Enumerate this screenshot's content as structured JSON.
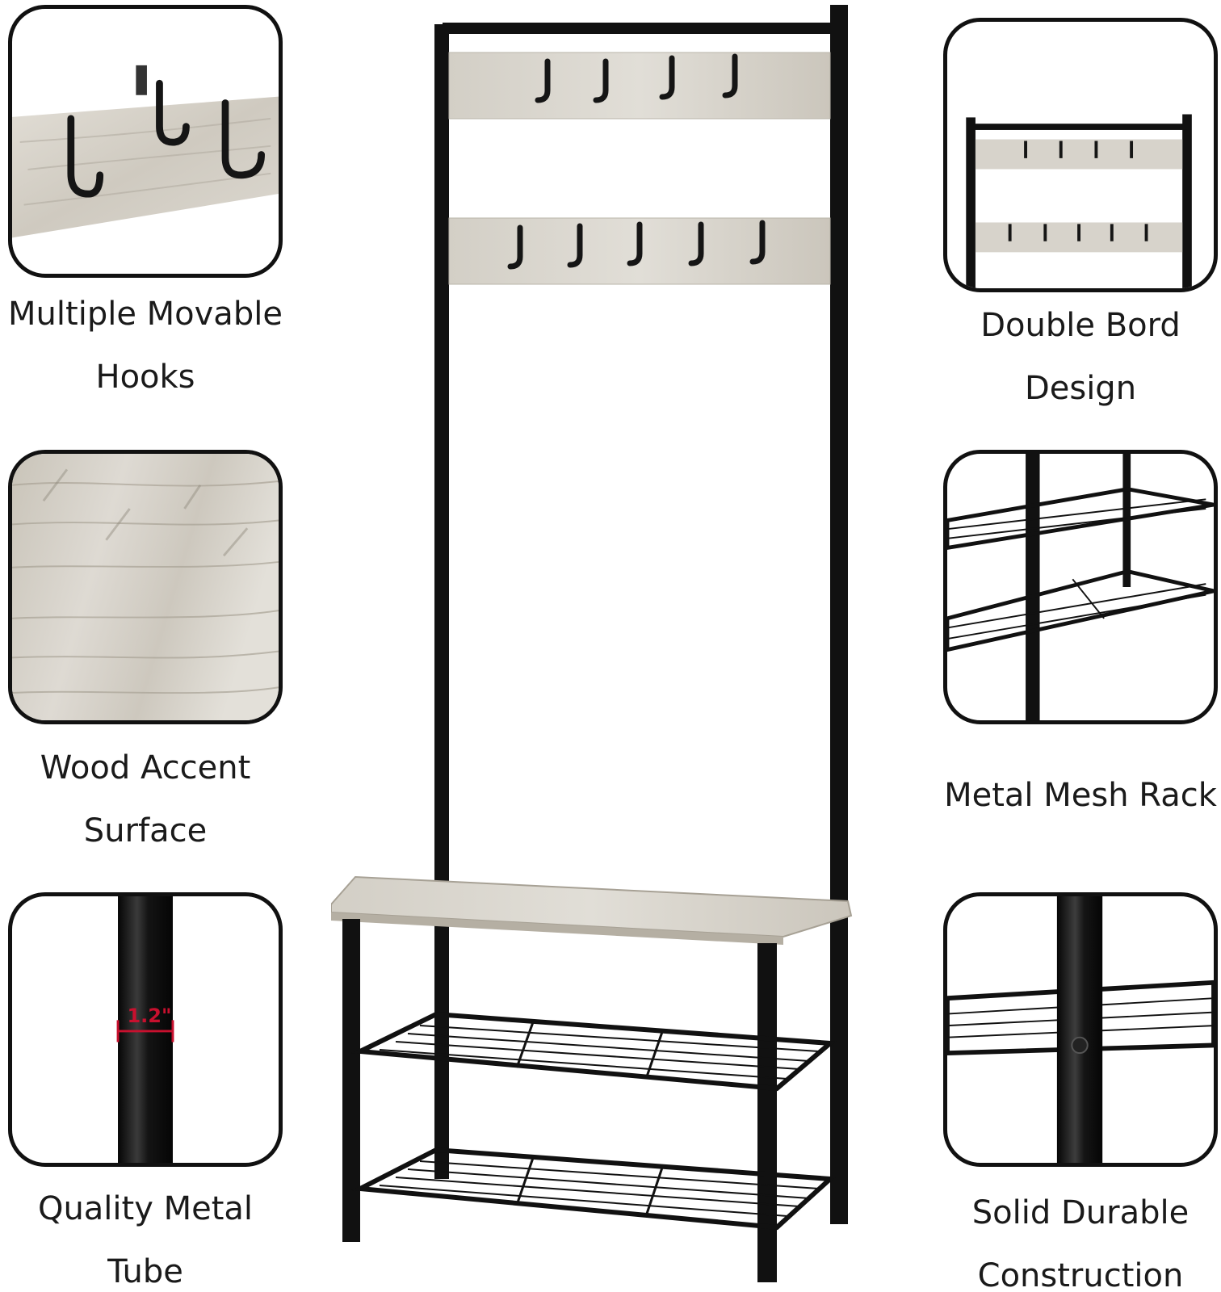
{
  "features": {
    "hooks": {
      "line1": "Multiple Movable",
      "line2": "Hooks"
    },
    "double_board": {
      "line1": "Double Bord",
      "line2": "Design"
    },
    "wood": {
      "line1": "Wood Accent",
      "line2": "Surface"
    },
    "mesh": {
      "line1": "Metal Mesh Rack"
    },
    "tube": {
      "line1": "Quality Metal",
      "line2": "Tube",
      "measurement": "1.2\""
    },
    "durable": {
      "line1": "Solid Durable",
      "line2": "Construction"
    }
  },
  "colors": {
    "metal": "#111111",
    "wood_light": "#d9d6cf",
    "wood_dark": "#bdb8ae",
    "measure_red": "#c8102e"
  },
  "icons": {
    "hook": "hook-icon",
    "mesh_shelf": "mesh-shelf-icon"
  }
}
